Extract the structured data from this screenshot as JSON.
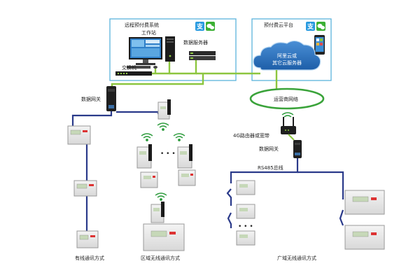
{
  "labels": {
    "remote_system": "远程预付费系统",
    "workstation": "工作站",
    "data_server": "数据服务器",
    "switch": "交换机",
    "cloud_platform": "预付费云平台",
    "cloud_line1": "阿里云或",
    "cloud_line2": "其它云服务器",
    "operator_network": "运营商网络",
    "gateway_left": "数据网关",
    "router_4g": "4G路由器或宽带",
    "gateway_right": "数据网关",
    "rs485_bus": "RS485总线",
    "mode_wired": "有线通讯方式",
    "mode_local_wireless": "区域无线通讯方式",
    "mode_wide_wireless": "广域无线通讯方式",
    "ellipsis_mid": "• • •",
    "ellipsis_right": "• • •"
  },
  "colors": {
    "system_border": "#5bb3dc",
    "network_line": "#8cc63f",
    "bus_line": "#2a3a8a",
    "operator_ellipse": "#3aa33a",
    "cloud_fill": "#2b6cb5"
  },
  "icons": {
    "alipay": "alipay-icon",
    "wechat": "wechat-icon"
  }
}
